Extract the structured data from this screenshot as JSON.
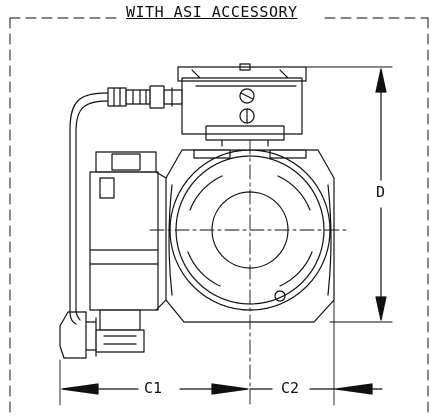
{
  "diagram": {
    "title": "WITH ASI ACCESSORY",
    "dimension_labels": {
      "d": "D",
      "c1": "C1",
      "c2": "C2"
    }
  },
  "colors": {
    "line": "#111111",
    "background": "#ffffff"
  }
}
